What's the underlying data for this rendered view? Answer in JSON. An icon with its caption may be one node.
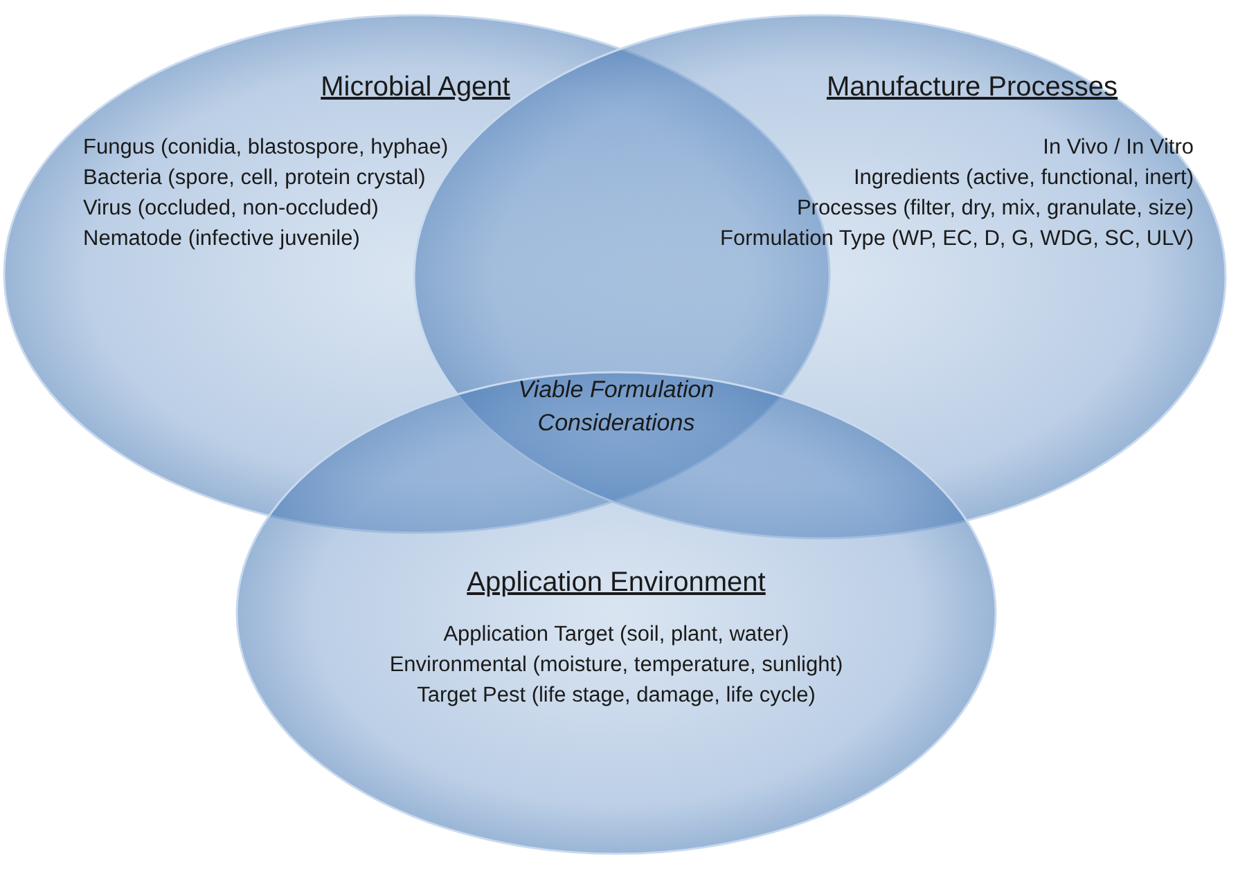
{
  "diagram": {
    "nodes": [
      {
        "text": [
          "Microbial Agent",
          "Fungus (conidia, blastospore, hyphae)",
          "Bacteria (spore, cell, protein crystal)",
          "Virus (occluded, non-occluded)",
          "Nematode (infective juvenile)"
        ]
      },
      {
        "text": [
          "Manufacture Processes",
          "In Vivo / In Vitro",
          "Ingredients (active, functional, inert)",
          "Processes (filter, dry, mix, granulate, size)",
          "Formulation Type (WP, EC, D, G, WDG, SC, ULV)"
        ]
      },
      {
        "text": [
          "Application Environment",
          "Application Target (soil, plant, water)",
          "Environmental (moisture, temperature, sunlight)",
          "Target Pest (life stage, damage, life cycle)"
        ]
      }
    ],
    "labels": [
      "Viable Formulation Considerations"
    ]
  }
}
